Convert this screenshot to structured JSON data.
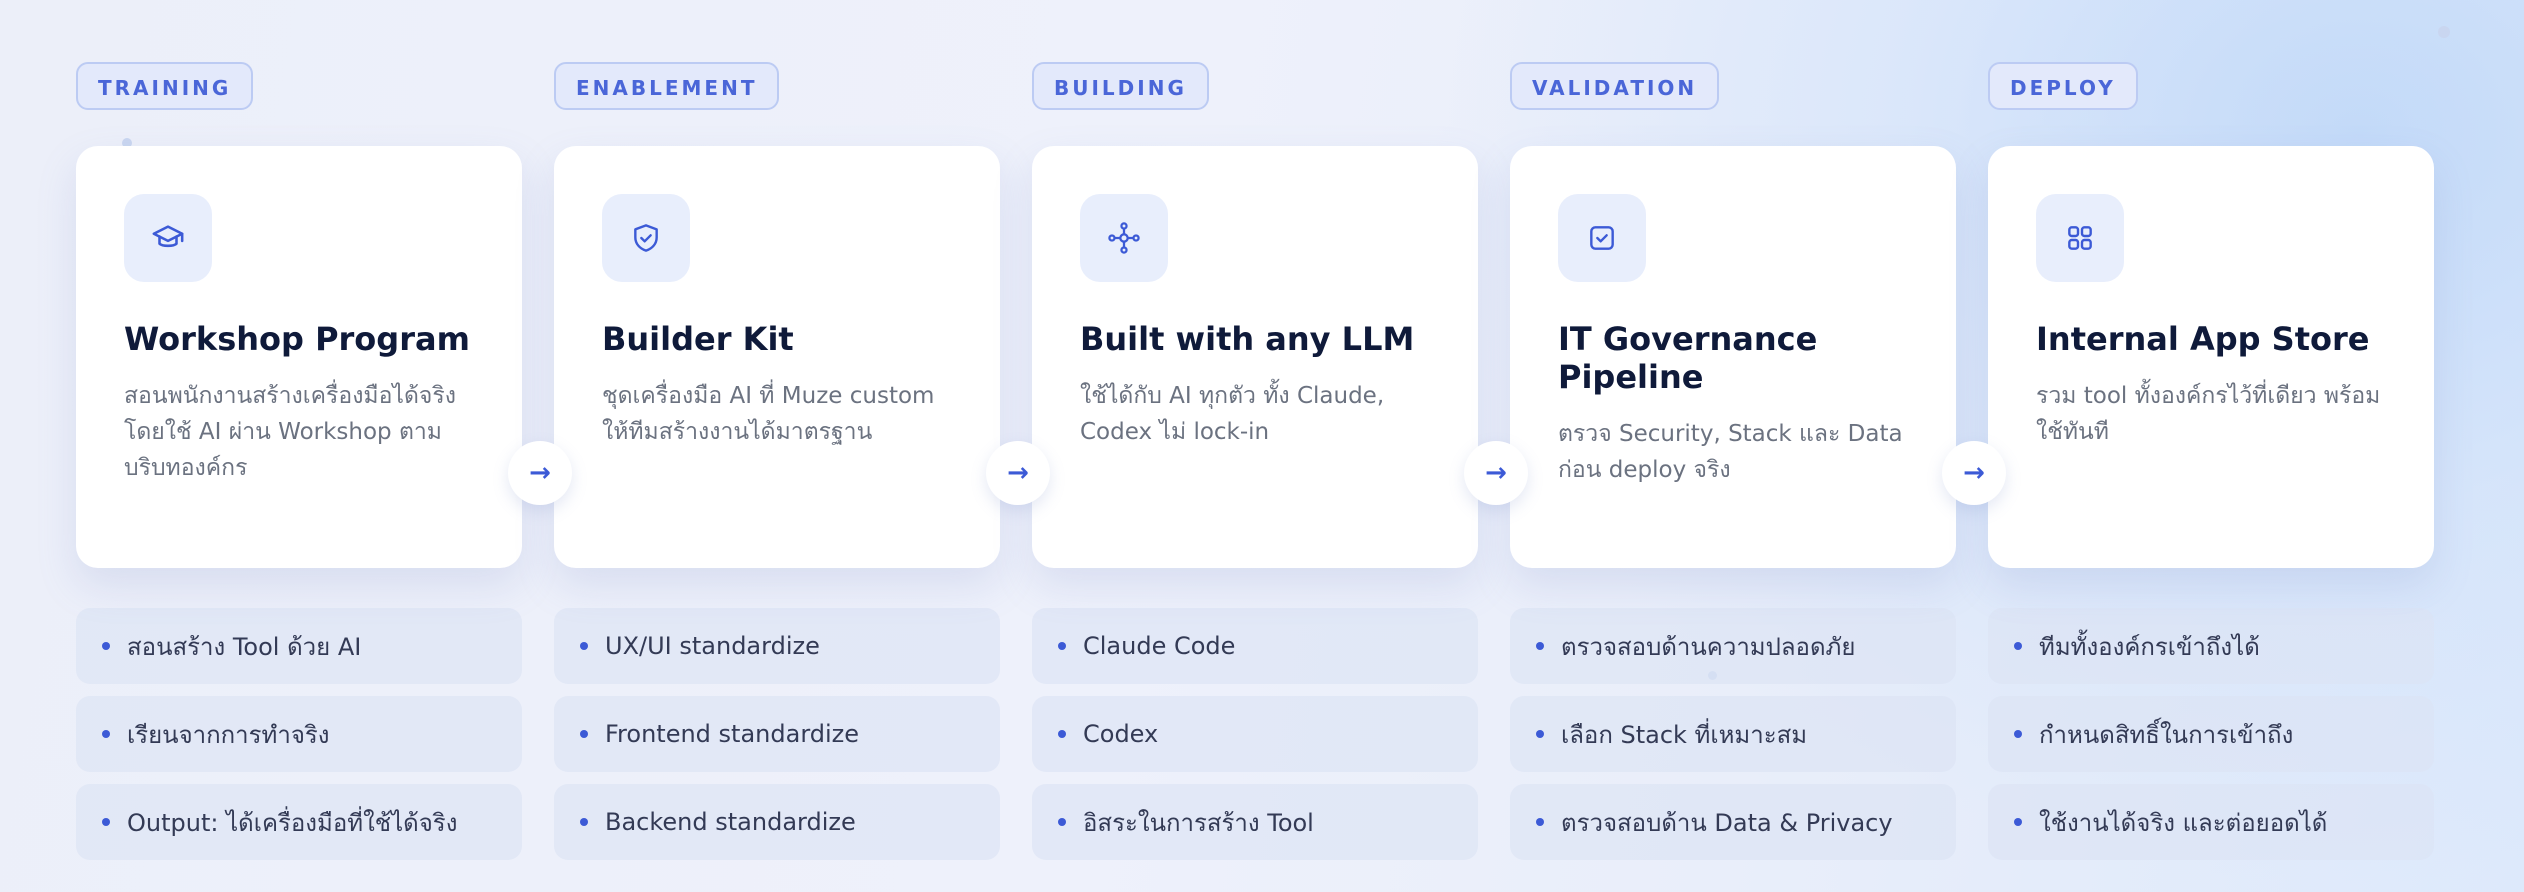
{
  "colors": {
    "accent": "#3c5ad6",
    "title": "#0f1a3a",
    "text": "#6b7280"
  },
  "stages": [
    {
      "tag": "TRAINING",
      "icon": "graduation-cap-icon",
      "title": "Workshop Program",
      "desc": "สอนพนักงานสร้างเครื่องมือได้จริง โดยใช้ AI ผ่าน Workshop ตามบริบทองค์กร",
      "items": [
        "สอนสร้าง Tool ด้วย AI",
        "เรียนจากการทำจริง",
        "Output: ได้เครื่องมือที่ใช้ได้จริง"
      ]
    },
    {
      "tag": "ENABLEMENT",
      "icon": "shield-check-icon",
      "title": "Builder Kit",
      "desc": "ชุดเครื่องมือ AI ที่ Muze custom ให้ทีมสร้างงานได้มาตรฐาน",
      "items": [
        "UX/UI standardize",
        "Frontend standardize",
        "Backend standardize"
      ]
    },
    {
      "tag": "BUILDING",
      "icon": "network-icon",
      "title": "Built with any LLM",
      "desc": "ใช้ได้กับ AI ทุกตัว ทั้ง Claude, Codex ไม่ lock-in",
      "items": [
        "Claude Code",
        "Codex",
        "อิสระในการสร้าง Tool"
      ]
    },
    {
      "tag": "VALIDATION",
      "icon": "checkbox-icon",
      "title": "IT Governance Pipeline",
      "desc": "ตรวจ Security, Stack และ Data ก่อน deploy จริง",
      "items": [
        "ตรวจสอบด้านความปลอดภัย",
        "เลือก Stack ที่เหมาะสม",
        "ตรวจสอบด้าน Data & Privacy"
      ]
    },
    {
      "tag": "DEPLOY",
      "icon": "app-grid-icon",
      "title": "Internal App Store",
      "desc": "รวม tool ทั้งองค์กรไว้ที่เดียว พร้อมใช้ทันที",
      "items": [
        "ทีมทั้งองค์กรเข้าถึงได้",
        "กำหนดสิทธิ์ในการเข้าถึง",
        "ใช้งานได้จริง และต่อยอดได้"
      ]
    }
  ]
}
